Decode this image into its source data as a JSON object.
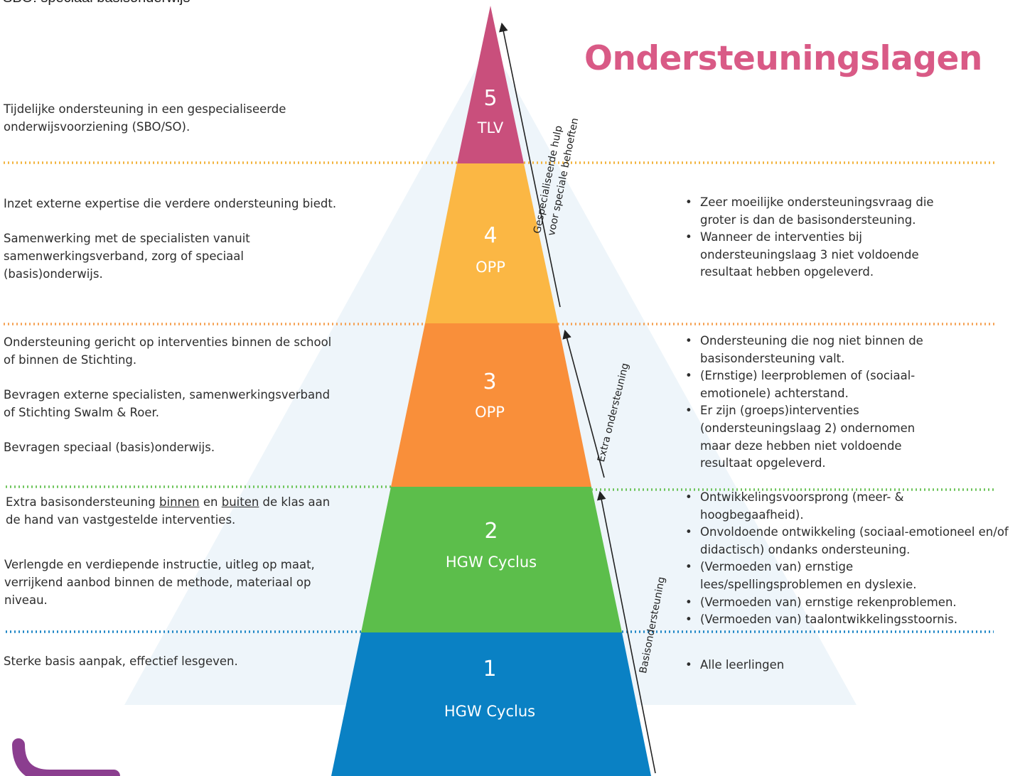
{
  "caption": "SBO: speciaal basisonderwijs",
  "title": "Ondersteuningslagen",
  "layers": [
    {
      "number": "5",
      "label": "TLV",
      "left_text": [
        "Tijdelijke ondersteuning in een gespecialiseerde onderwijsvoorziening (SBO/SO)."
      ],
      "right_items": []
    },
    {
      "number": "4",
      "label": "OPP",
      "left_text": [
        "Inzet externe expertise die verdere ondersteuning biedt.",
        "Samenwerking met de specialisten vanuit samenwerkingsverband, zorg of speciaal (basis)onderwijs."
      ],
      "right_items": [
        "Zeer moeilijke ondersteuningsvraag die groter is dan de basisondersteuning.",
        "Wanneer de interventies bij ondersteuningslaag 3 niet voldoende resultaat hebben opgeleverd."
      ]
    },
    {
      "number": "3",
      "label": "OPP",
      "left_text": [
        "Ondersteuning gericht op interventies binnen de school of binnen de Stichting.",
        "Bevragen externe specialisten, samenwerkingsverband of Stichting Swalm & Roer.",
        "Bevragen speciaal (basis)onderwijs."
      ],
      "right_items": [
        "Ondersteuning die nog niet binnen de basisondersteuning valt.",
        "(Ernstige) leerproblemen of (sociaal-emotionele) achterstand.",
        "Er zijn (groeps)interventies (ondersteuningslaag 2) ondernomen maar deze hebben niet voldoende resultaat opgeleverd."
      ]
    },
    {
      "number": "2",
      "label": "HGW Cyclus",
      "left_text": {
        "p1": {
          "a": "Extra basisondersteuning ",
          "u1": "binnen",
          "b": " en ",
          "u2": "buiten",
          "c": " de klas aan de hand van vastgestelde interventies."
        },
        "p2": "Verlengde en verdiepende instructie, uitleg op maat, verrijkend aanbod binnen de methode, materiaal op niveau."
      },
      "right_items": [
        "Ontwikkelingsvoorsprong (meer- & hoogbegaafheid).",
        "Onvoldoende ontwikkeling (sociaal-emotioneel en/of didactisch) ondanks ondersteuning.",
        "(Vermoeden van) ernstige lees/spellingsproblemen en dyslexie.",
        "(Vermoeden van) ernstige rekenproblemen.",
        "(Vermoeden van) taalontwikkelingsstoornis."
      ]
    },
    {
      "number": "1",
      "label": "HGW Cyclus",
      "left_text": [
        "Sterke basis aanpak, effectief lesgeven."
      ],
      "right_items": [
        "Alle leerlingen"
      ]
    }
  ],
  "arrow_labels": {
    "top_line1": "Gespecialiseerde hulp",
    "top_line2": "voor speciale behoeften",
    "middle": "Extra ondersteuning",
    "bottom": "Basisondersteuning"
  },
  "colors": {
    "layer5": "#c94f7c",
    "layer4": "#fbb744",
    "layer3": "#f98f3a",
    "layer2": "#5cbe4b",
    "layer1": "#0a81c4",
    "title": "#d95a86",
    "background_triangle": "#eef5fa"
  }
}
